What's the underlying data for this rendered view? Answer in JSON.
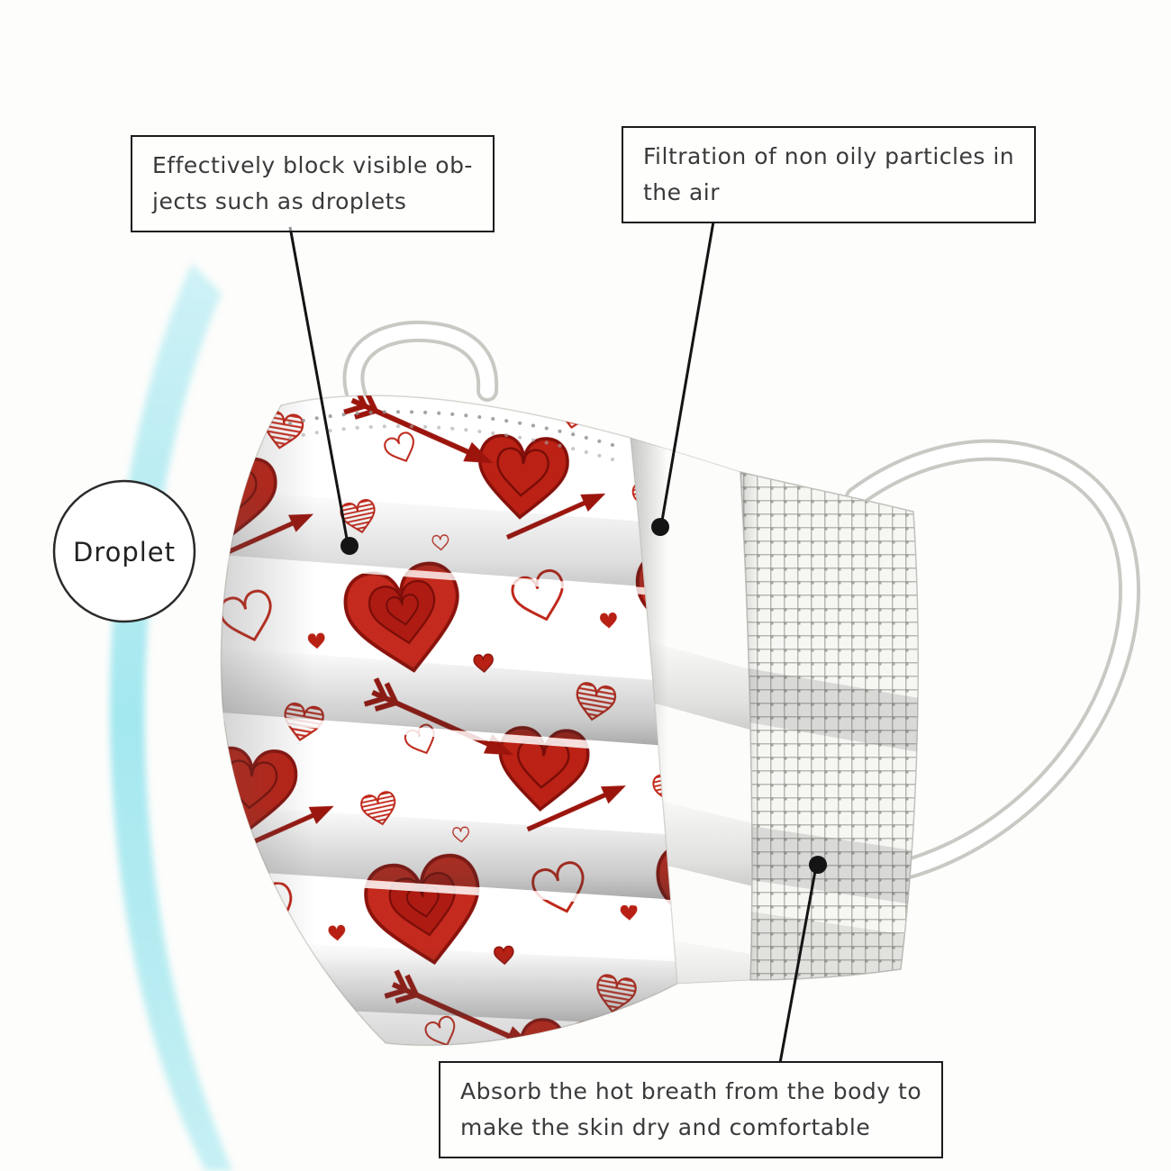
{
  "figure": {
    "kind": "product annotation diagram",
    "subject": "heart-print disposable face mask with three labelled layers"
  },
  "labels": {
    "droplet": "Droplet"
  },
  "callouts": {
    "block": {
      "text": "Effectively block visible ob-\njects such as droplets"
    },
    "filtration": {
      "text": "Filtration of non oily particles in\nthe air"
    },
    "absorb": {
      "text": "Absorb the hot breath from the body to\nmake the skin dry and comfortable"
    }
  },
  "colors": {
    "heart_red": "#c42a1d",
    "heart_dark_red": "#8a120c",
    "arc_light_blue": "#a9e7ef",
    "mesh_gray": "#b9b9b3",
    "callout_black": "#1a1a1a",
    "mask_white": "#fcfcfa"
  }
}
